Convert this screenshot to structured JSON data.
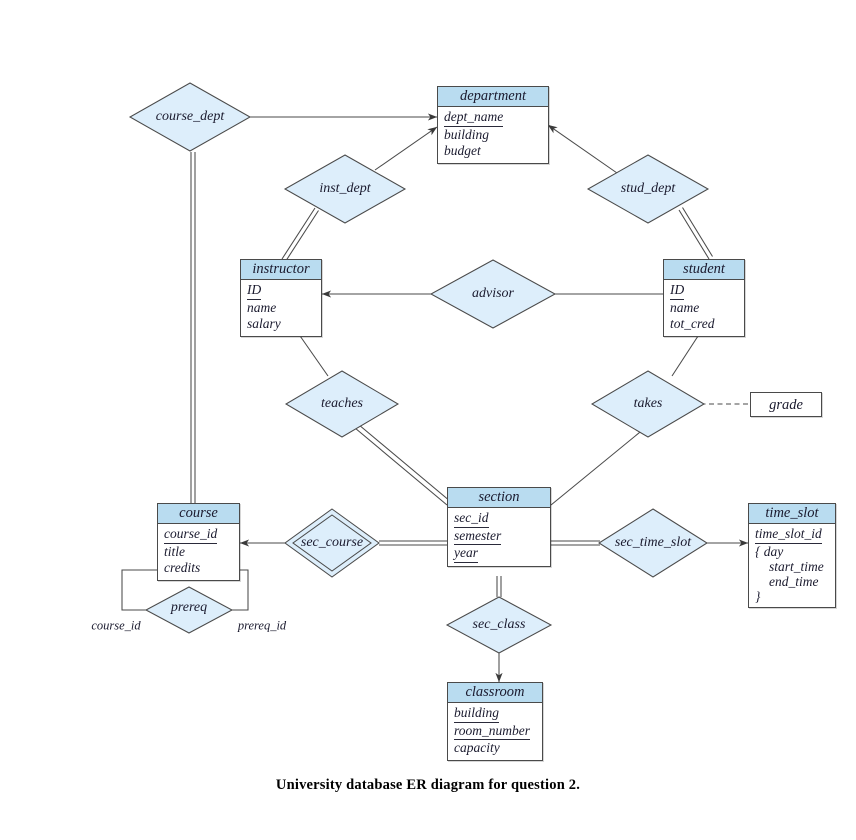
{
  "diagram": {
    "title": "University database ER diagram for question 2.",
    "colors": {
      "entity_header": "#b9dcf0",
      "diamond_fill": "#ddeefb",
      "stroke": "#4a4a4a",
      "background": "#ffffff"
    },
    "entities": [
      {
        "id": "department",
        "name": "department",
        "attributes": [
          {
            "text": "dept_name",
            "key": true
          },
          {
            "text": "building",
            "key": false
          },
          {
            "text": "budget",
            "key": false
          }
        ]
      },
      {
        "id": "instructor",
        "name": "instructor",
        "attributes": [
          {
            "text": "ID",
            "key": true
          },
          {
            "text": "name",
            "key": false
          },
          {
            "text": "salary",
            "key": false
          }
        ]
      },
      {
        "id": "student",
        "name": "student",
        "attributes": [
          {
            "text": "ID",
            "key": true
          },
          {
            "text": "name",
            "key": false
          },
          {
            "text": "tot_cred",
            "key": false
          }
        ]
      },
      {
        "id": "course",
        "name": "course",
        "attributes": [
          {
            "text": "course_id",
            "key": true
          },
          {
            "text": "title",
            "key": false
          },
          {
            "text": "credits",
            "key": false
          }
        ]
      },
      {
        "id": "section",
        "name": "section",
        "attributes": [
          {
            "text": "sec_id",
            "key": true
          },
          {
            "text": "semester",
            "key": true
          },
          {
            "text": "year",
            "key": true
          }
        ]
      },
      {
        "id": "time_slot",
        "name": "time_slot",
        "attributes": [
          {
            "text": "time_slot_id",
            "key": true
          },
          {
            "text": "{ day",
            "key": false
          },
          {
            "text": "start_time",
            "key": false,
            "indent": true
          },
          {
            "text": "end_time",
            "key": false,
            "indent": true
          },
          {
            "text": "}",
            "key": false
          }
        ]
      },
      {
        "id": "classroom",
        "name": "classroom",
        "attributes": [
          {
            "text": "building",
            "key": true
          },
          {
            "text": "room_number",
            "key": true
          },
          {
            "text": "capacity",
            "key": false
          }
        ]
      }
    ],
    "attribute_boxes": [
      {
        "id": "grade",
        "label": "grade",
        "attached_to": "takes"
      }
    ],
    "relationships": [
      {
        "id": "course_dept",
        "label": "course_dept",
        "double": false
      },
      {
        "id": "inst_dept",
        "label": "inst_dept",
        "double": false
      },
      {
        "id": "stud_dept",
        "label": "stud_dept",
        "double": false
      },
      {
        "id": "advisor",
        "label": "advisor",
        "double": false
      },
      {
        "id": "teaches",
        "label": "teaches",
        "double": false
      },
      {
        "id": "takes",
        "label": "takes",
        "double": false
      },
      {
        "id": "sec_course",
        "label": "sec_course",
        "double": true
      },
      {
        "id": "sec_time_slot",
        "label": "sec_time_slot",
        "double": false
      },
      {
        "id": "sec_class",
        "label": "sec_class",
        "double": false
      },
      {
        "id": "prereq",
        "label": "prereq",
        "double": false
      }
    ],
    "role_labels": [
      {
        "id": "prereq-role-course-id",
        "text": "course_id"
      },
      {
        "id": "prereq-role-prereq-id",
        "text": "prereq_id"
      }
    ]
  }
}
